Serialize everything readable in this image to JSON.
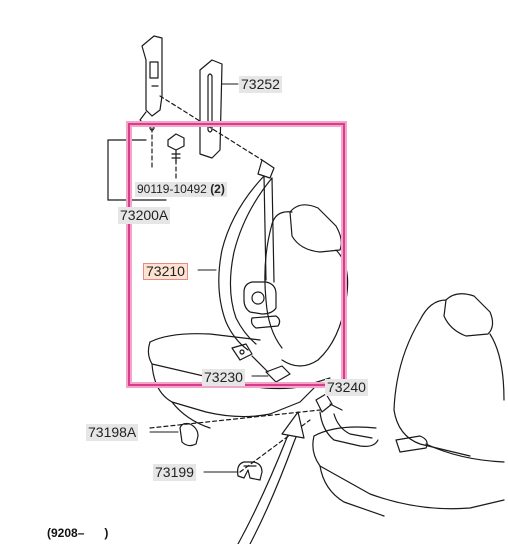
{
  "labels": {
    "p73252": "73252",
    "p90119": "90119-10492",
    "p90119_qty": "(2)",
    "p73200A": "73200A",
    "p73210": "73210",
    "p73230": "73230",
    "p73240": "73240",
    "p73198A": "73198A",
    "p73199": "73199"
  },
  "footer": {
    "date_range": "(9208–      )"
  },
  "colors": {
    "highlight_border": "#d93c8e",
    "highlight_glow": "#f2a7c8",
    "label_bg": "#e6e6e6",
    "selected_label_bg": "#fde3d0",
    "line": "#1a1a1a"
  }
}
